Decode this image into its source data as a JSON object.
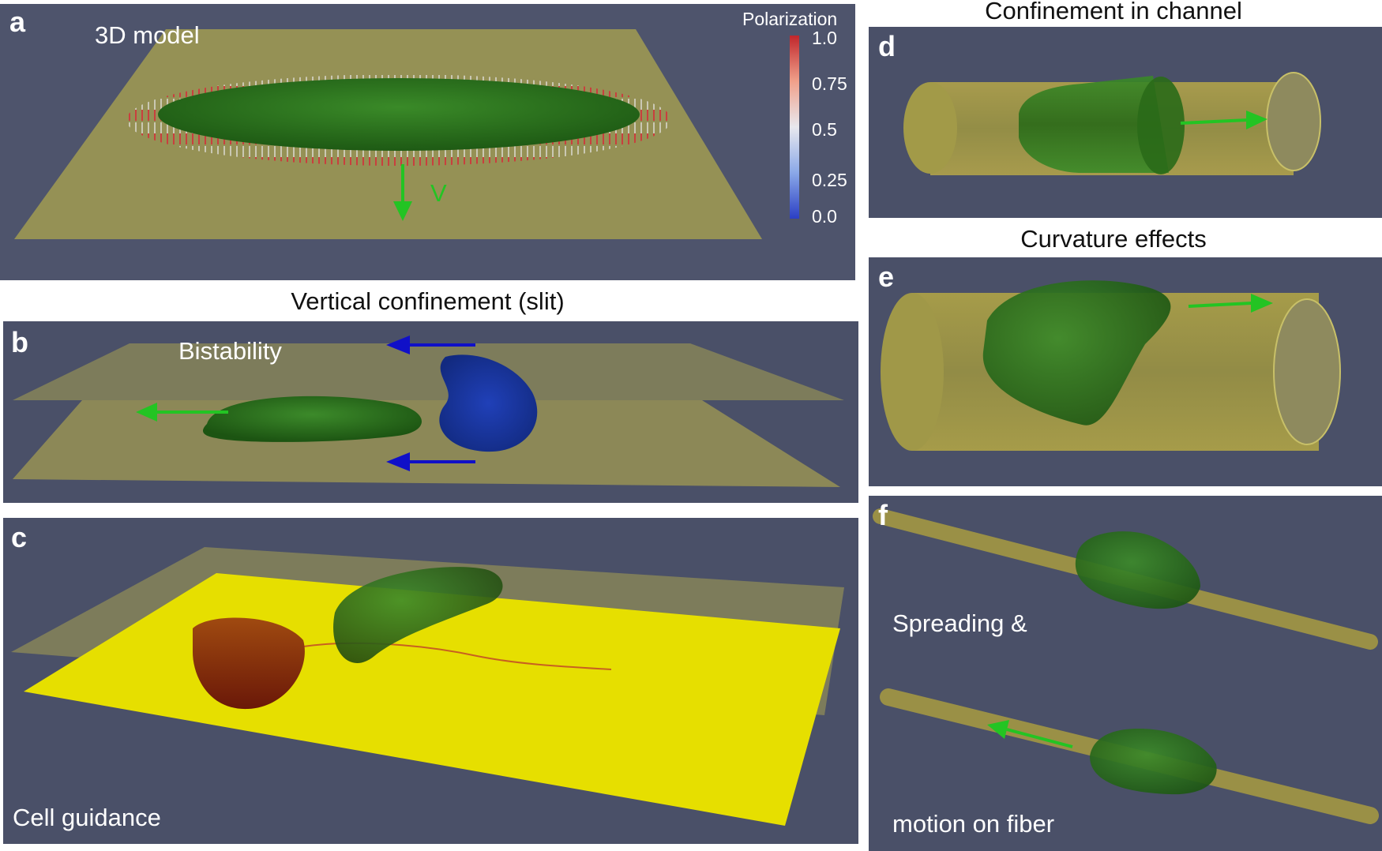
{
  "panels": {
    "a": {
      "letter": "a",
      "label": "3D model",
      "velocity_label": "V"
    },
    "b": {
      "letter": "b",
      "label": "Bistability"
    },
    "c": {
      "letter": "c",
      "label": "Cell guidance"
    },
    "d": {
      "letter": "d"
    },
    "e": {
      "letter": "e"
    },
    "f": {
      "letter": "f",
      "label_top": "Spreading &",
      "label_bottom": "motion on fiber"
    }
  },
  "headings": {
    "slit": "Vertical confinement (slit)",
    "channel": "Confinement in channel",
    "curvature": "Curvature effects"
  },
  "colorbar": {
    "title": "Polarization",
    "ticks": [
      "1.0",
      "0.75",
      "0.5",
      "0.25",
      "0.0"
    ],
    "colors": [
      "#c0262b",
      "#f0a08a",
      "#e8e8ee",
      "#8aa8e8",
      "#2b3fc4"
    ]
  },
  "colors": {
    "background": "#4a5068",
    "plane": "#a8a050",
    "cell": "#2e7d1e",
    "arrow_green": "#23c423",
    "arrow_blue": "#1010c8",
    "substrate": "#e6df00"
  }
}
